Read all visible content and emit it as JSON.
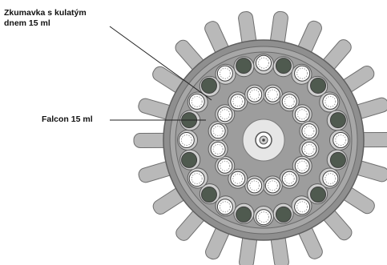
{
  "labels": {
    "round_bottom_tube_line1": "Zkumavka s kulatým",
    "round_bottom_tube_line2": "dnem 15 ml",
    "falcon_tube": "Falcon 15 ml"
  },
  "colors": {
    "paddle_fill": "#b9b9b9",
    "paddle_stroke": "#6e6e6e",
    "outer_ring": "#8a8a8a",
    "rotor_body": "#9a9a9a",
    "hole_fill": "#cfcfcf",
    "tube_white": "#ffffff",
    "tube_dark": "#4f5a4f",
    "leader_line": "#222222"
  },
  "structure": {
    "paddle_count": 22,
    "outer_tube_count": 24,
    "inner_tube_count": 16
  }
}
